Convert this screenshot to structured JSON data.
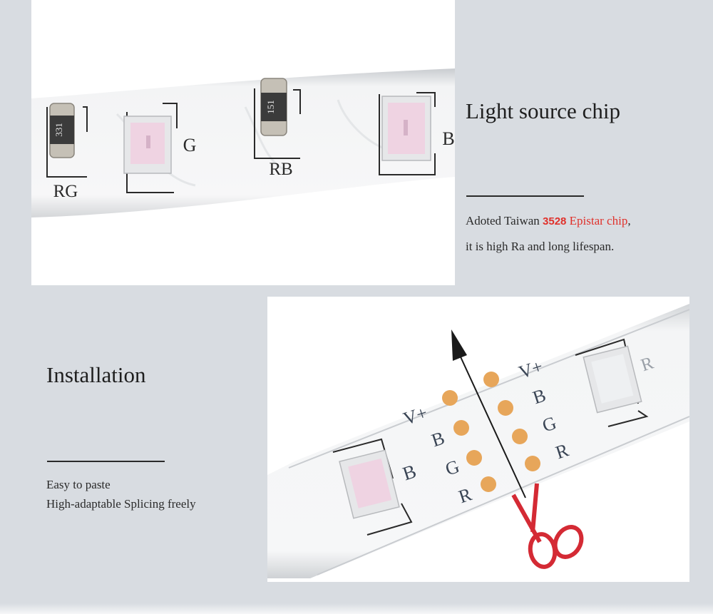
{
  "chip_section": {
    "title": "Light source chip",
    "desc_prefix": "Adoted Taiwan ",
    "desc_number": "3528",
    "desc_highlight": " Epistar chip",
    "desc_suffix": ",",
    "desc_line2": "it is high Ra and long lifespan.",
    "photo_labels": {
      "resistor_1_code": "331",
      "resistor_2_code": "151",
      "label_rg": "RG",
      "label_g": "G",
      "label_rb": "RB",
      "label_b": "B"
    }
  },
  "install_section": {
    "title": "Installation",
    "line1": "Easy to paste",
    "line2": "High-adaptable Splicing freely",
    "photo_labels": {
      "left_pads": [
        "V+",
        "B",
        "G",
        "R"
      ],
      "right_pads": [
        "V+",
        "B",
        "G",
        "R"
      ],
      "left_led_label": "B",
      "right_led_label": "R"
    }
  },
  "colors": {
    "accent": "#e0312b",
    "solder_pad": "#e7a65a",
    "scissors": "#d42a34",
    "led_tint": "#efd3e2"
  }
}
